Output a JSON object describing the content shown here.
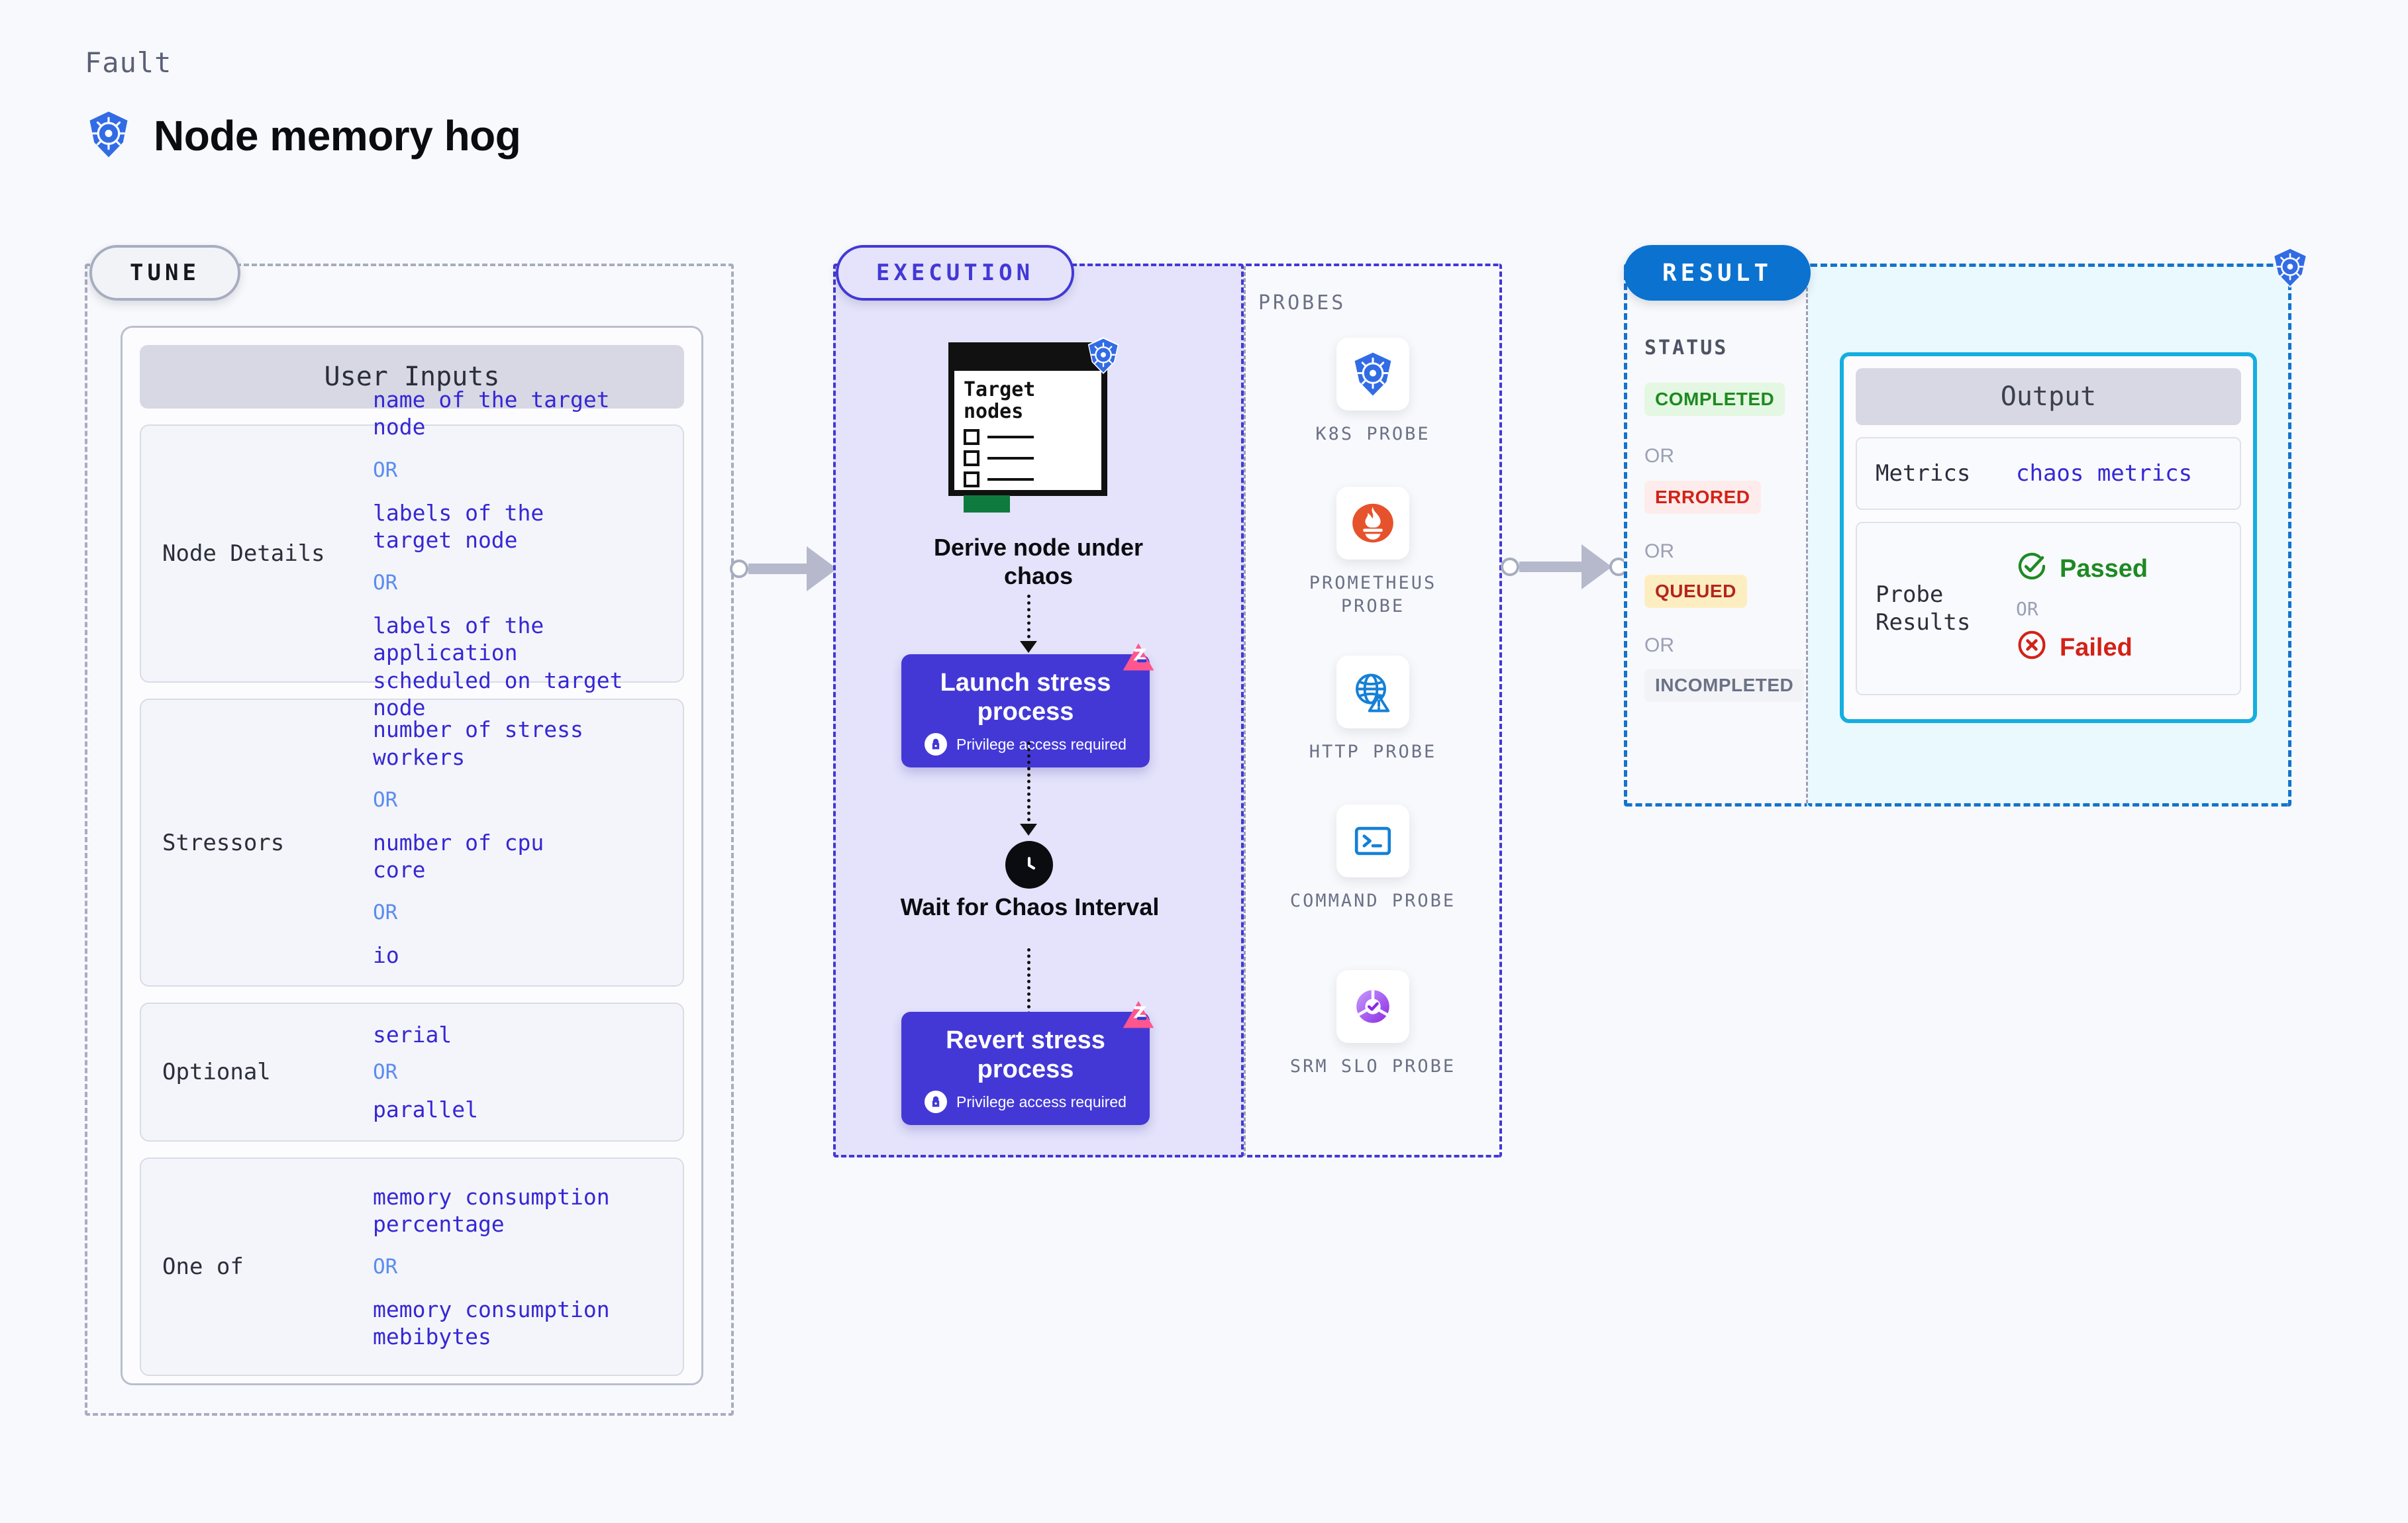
{
  "header": {
    "eyebrow": "Fault",
    "title": "Node memory hog",
    "icon": "kubernetes-icon"
  },
  "tune": {
    "pill_label": "TUNE",
    "card_title": "User Inputs",
    "rows": [
      {
        "label": "Node Details",
        "values": [
          "name of the target\nnode",
          "labels of the\ntarget node",
          "labels of the application\n scheduled on target node"
        ],
        "or_label": "OR"
      },
      {
        "label": "Stressors",
        "values": [
          "number of stress\nworkers",
          "number of cpu\ncore",
          "io"
        ],
        "or_label": "OR"
      },
      {
        "label": "Optional",
        "values": [
          "serial",
          "parallel"
        ],
        "or_label": "OR"
      },
      {
        "label": "One of",
        "values": [
          "memory consumption\npercentage",
          "memory consumption\nmebibytes"
        ],
        "or_label": "OR"
      }
    ]
  },
  "execution": {
    "pill_label": "EXECUTION",
    "node_card": {
      "title": "Target\nnodes",
      "icon": "kubernetes-icon"
    },
    "steps": [
      {
        "caption": "Derive node under\nchaos",
        "type": "card"
      },
      {
        "title": "Launch stress\nprocess",
        "subtitle": "Privilege access required",
        "type": "button",
        "icon": "lock-icon",
        "badge": "litmus-icon"
      },
      {
        "caption": "Wait for Chaos\nInterval",
        "type": "clock",
        "icon": "clock-icon"
      },
      {
        "title": "Revert stress\nprocess",
        "subtitle": "Privilege access required",
        "type": "button",
        "icon": "lock-icon",
        "badge": "litmus-icon"
      }
    ]
  },
  "probes": {
    "title": "PROBES",
    "items": [
      {
        "label": "K8S PROBE",
        "icon": "kubernetes-icon"
      },
      {
        "label": "PROMETHEUS\nPROBE",
        "icon": "prometheus-icon"
      },
      {
        "label": "HTTP PROBE",
        "icon": "globe-warning-icon"
      },
      {
        "label": "COMMAND\nPROBE",
        "icon": "terminal-icon"
      },
      {
        "label": "SRM SLO\nPROBE",
        "icon": "slo-gauge-icon"
      }
    ]
  },
  "result": {
    "pill_label": "RESULT",
    "status_title": "STATUS",
    "or_label": "OR",
    "statuses": [
      {
        "label": "COMPLETED",
        "bg": "#e4f7e2",
        "fg": "#1e8a22"
      },
      {
        "label": "ERRORED",
        "bg": "#fdeceb",
        "fg": "#d32217"
      },
      {
        "label": "QUEUED",
        "bg": "#fdeec2",
        "fg": "#b3261e"
      },
      {
        "label": "INCOMPLETED",
        "bg": "#f2f3f7",
        "fg": "#6b7186"
      }
    ],
    "output": {
      "title": "Output",
      "metrics_label": "Metrics",
      "metrics_value": "chaos metrics",
      "probe_results_label": "Probe\nResults",
      "passed_label": "Passed",
      "failed_label": "Failed",
      "or_label": "OR",
      "passed_color": "#1e8a22",
      "failed_color": "#d32217"
    },
    "icon": "kubernetes-icon"
  },
  "colors": {
    "exec_accent": "#4338d6",
    "result_accent": "#0b72d0",
    "output_border": "#16aee0",
    "value_text": "#3627d4",
    "or_text": "#5b8def"
  }
}
